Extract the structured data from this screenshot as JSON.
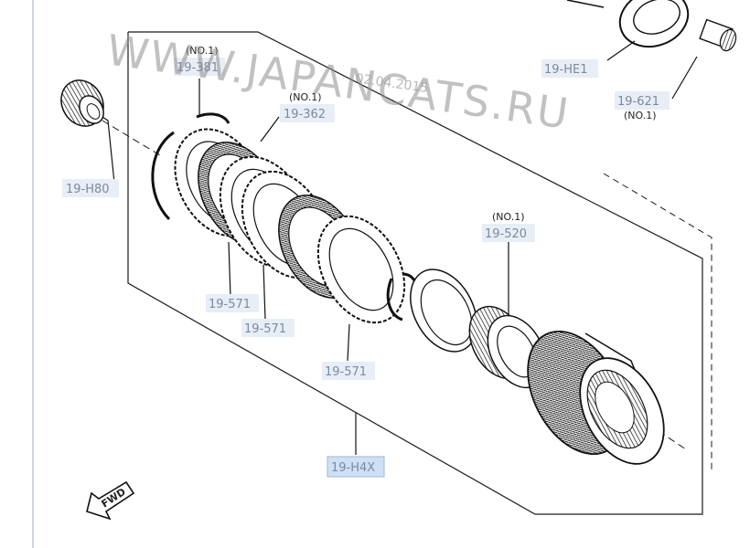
{
  "watermark": "WWW.JAPANCATS.RU",
  "date_stamp": "02.04.2015",
  "labels": {
    "h80": "19-H80",
    "381": "19-381",
    "381_note": "(NO.1)",
    "362": "19-362",
    "362_note": "(NO.1)",
    "571_a": "19-571",
    "571_b": "19-571",
    "571_c": "19-571",
    "520": "19-520",
    "520_note": "(NO.1)",
    "he1": "19-HE1",
    "621": "19-621",
    "621_note": "(NO.1)",
    "h4x": "19-H4X"
  },
  "fwd": "FWD",
  "colors": {
    "line": "#1a1a1a",
    "label_box": "#e8eef6",
    "label_text": "#7a8aa0"
  }
}
